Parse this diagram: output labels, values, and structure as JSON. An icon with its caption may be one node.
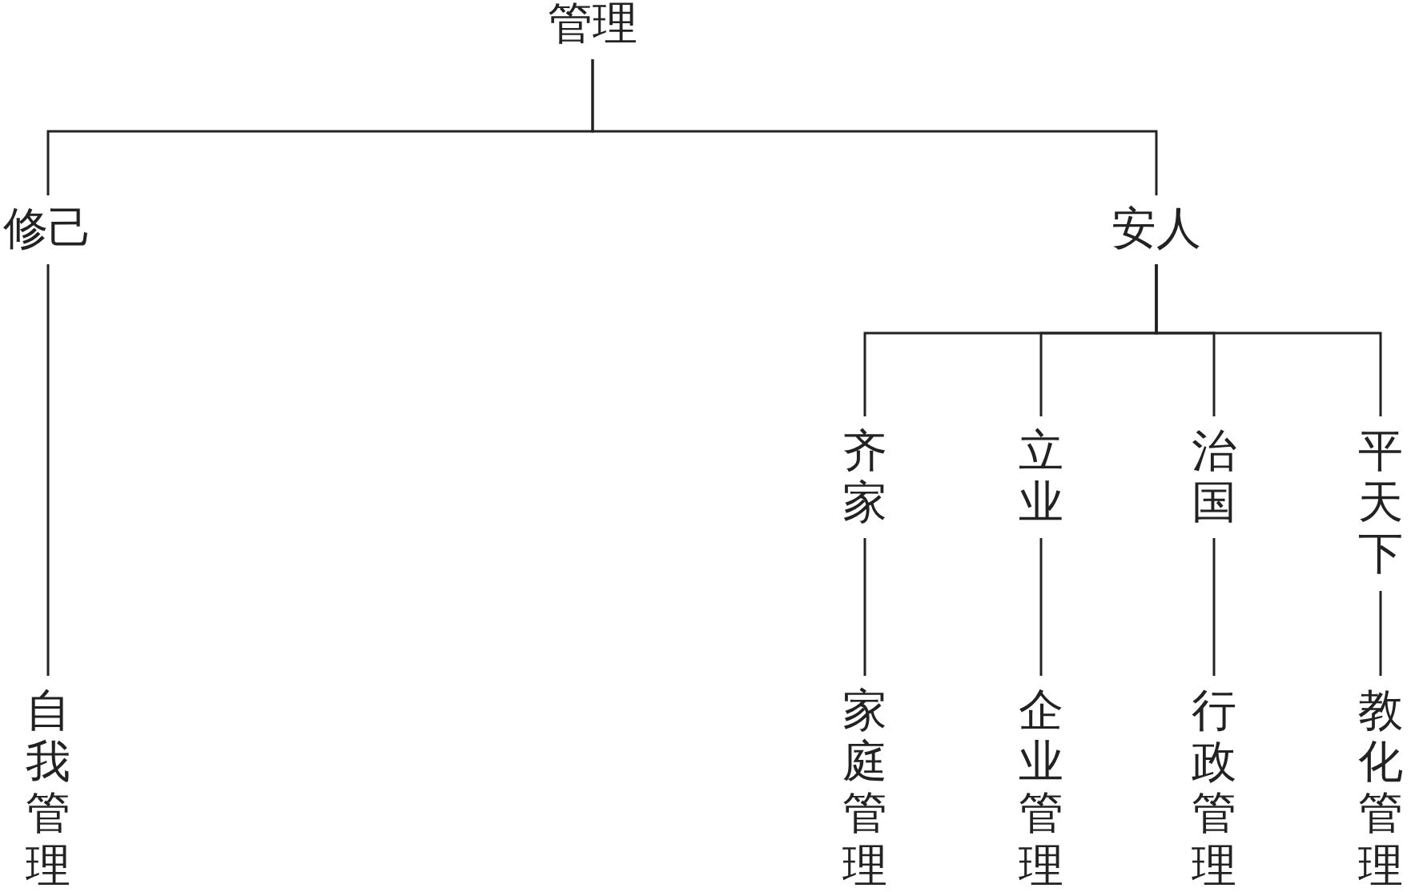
{
  "diagram": {
    "nodes": [
      {
        "text": [
          "管理"
        ]
      },
      {
        "text": [
          "修己"
        ]
      },
      {
        "text": [
          "安人"
        ]
      },
      {
        "text": [
          "齐家"
        ]
      },
      {
        "text": [
          "立业"
        ]
      },
      {
        "text": [
          "治国"
        ]
      },
      {
        "text": [
          "平天下"
        ]
      },
      {
        "text": [
          "自我管理"
        ]
      },
      {
        "text": [
          "家庭管理"
        ]
      },
      {
        "text": [
          "企业管理"
        ]
      },
      {
        "text": [
          "行政管理"
        ]
      },
      {
        "text": [
          "教化管理"
        ]
      }
    ],
    "edges": [
      {
        "from": 0,
        "to": 1,
        "arrow": "none"
      },
      {
        "from": 0,
        "to": 2,
        "arrow": "none"
      },
      {
        "from": 1,
        "to": 7,
        "arrow": "none"
      },
      {
        "from": 2,
        "to": 3,
        "arrow": "none"
      },
      {
        "from": 2,
        "to": 4,
        "arrow": "none"
      },
      {
        "from": 2,
        "to": 5,
        "arrow": "none"
      },
      {
        "from": 2,
        "to": 6,
        "arrow": "none"
      },
      {
        "from": 3,
        "to": 8,
        "arrow": "none"
      },
      {
        "from": 4,
        "to": 9,
        "arrow": "none"
      },
      {
        "from": 5,
        "to": 10,
        "arrow": "none"
      },
      {
        "from": 6,
        "to": 11,
        "arrow": "none"
      }
    ]
  }
}
